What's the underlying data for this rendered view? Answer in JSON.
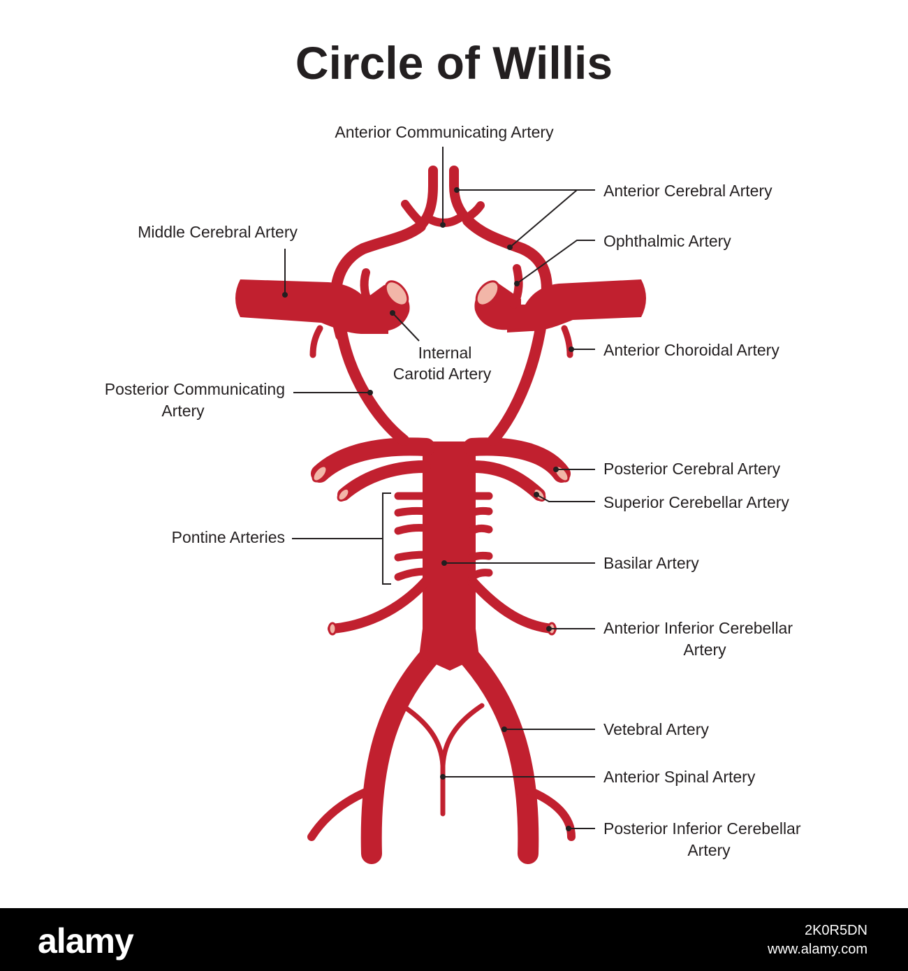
{
  "title": "Circle of Willis",
  "colors": {
    "artery": "#c1202f",
    "lumen": "#f2b6a8",
    "text": "#231f20",
    "footer": "#000000"
  },
  "labels": {
    "anterior_communicating": "Anterior Communicating Artery",
    "anterior_cerebral": "Anterior Cerebral Artery",
    "middle_cerebral": "Middle Cerebral Artery",
    "ophthalmic": "Ophthalmic Artery",
    "internal_carotid_line1": "Internal",
    "internal_carotid_line2": "Carotid Artery",
    "anterior_choroidal": "Anterior Choroidal Artery",
    "posterior_communicating_line1": "Posterior Communicating",
    "posterior_communicating_line2": "Artery",
    "posterior_cerebral": "Posterior Cerebral Artery",
    "superior_cerebellar": "Superior Cerebellar Artery",
    "pontine": "Pontine Arteries",
    "basilar": "Basilar Artery",
    "anterior_inferior_cerebellar_line1": "Anterior Inferior Cerebellar",
    "anterior_inferior_cerebellar_line2": "Artery",
    "vertebral": "Vetebral Artery",
    "anterior_spinal": "Anterior Spinal Artery",
    "posterior_inferior_cerebellar_line1": "Posterior Inferior Cerebellar",
    "posterior_inferior_cerebellar_line2": "Artery"
  },
  "footer": {
    "brand": "alamy",
    "image_id": "2K0R5DN",
    "site": "www.alamy.com"
  }
}
